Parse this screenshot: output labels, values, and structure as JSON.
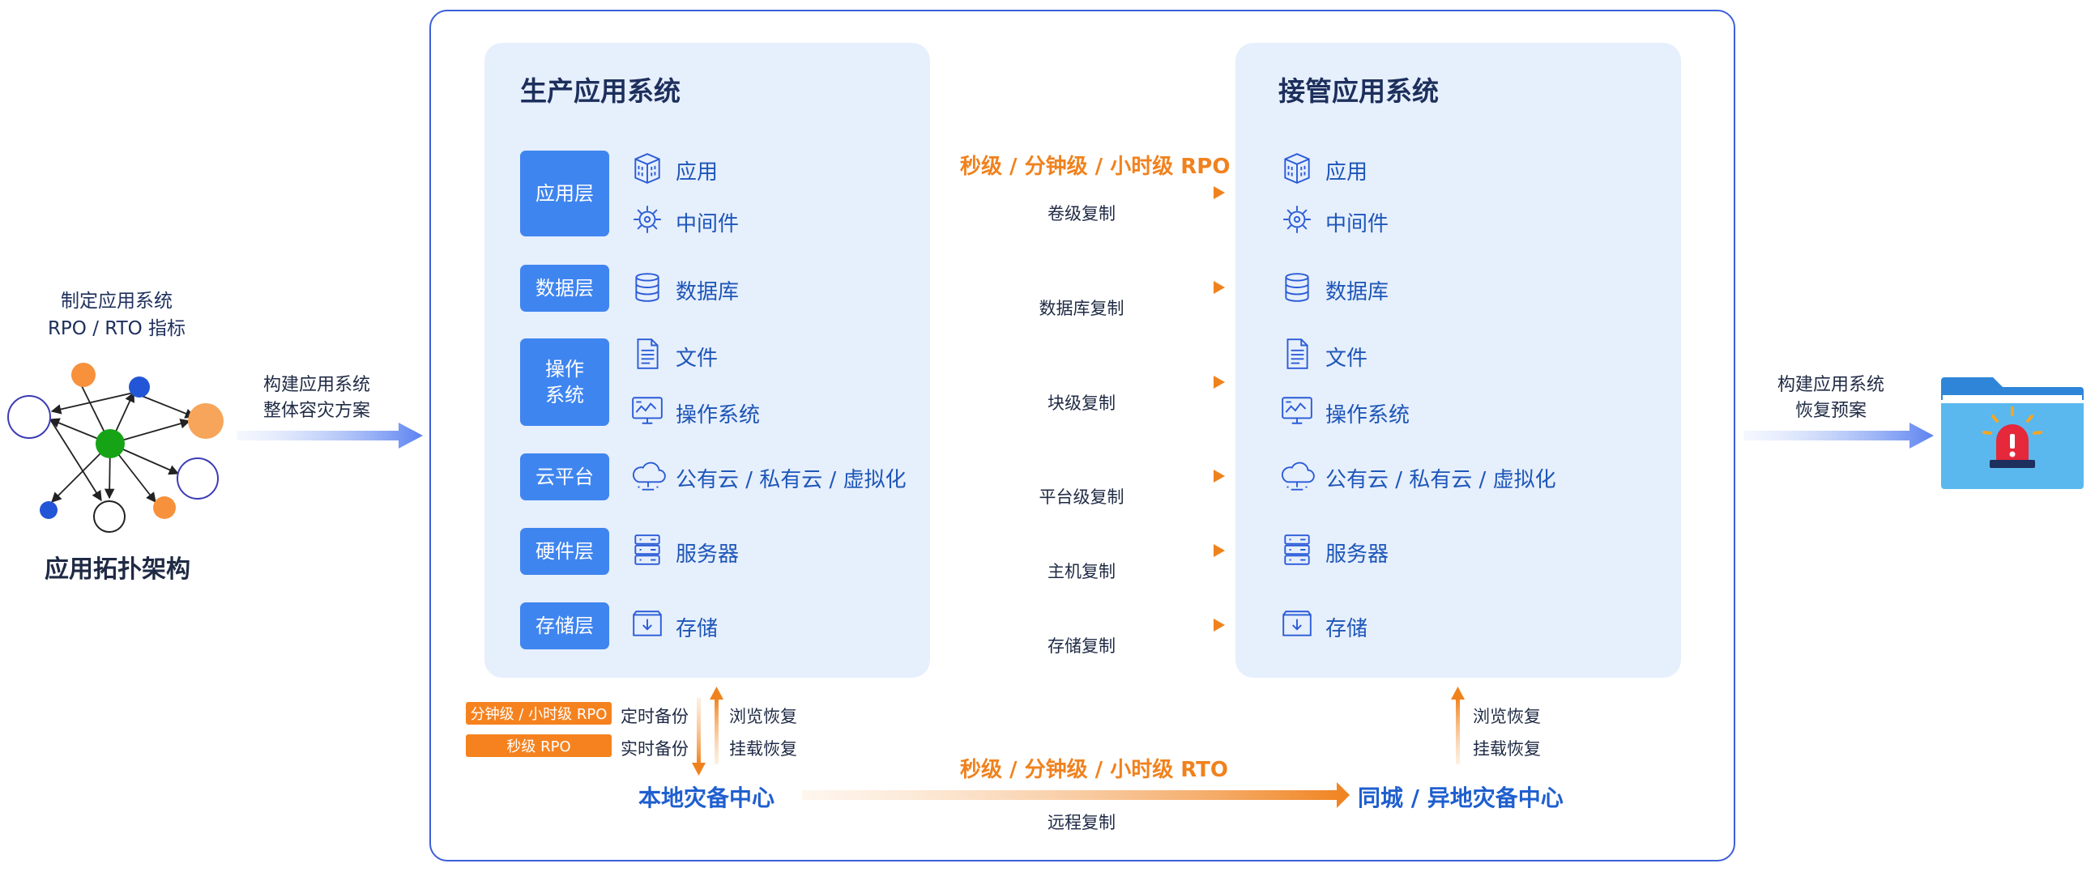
{
  "left": {
    "topology_caption": "应用拓扑架构",
    "goal_line1": "制定应用系统",
    "goal_line2": "RPO / RTO 指标",
    "build_line1": "构建应用系统",
    "build_line2": "整体容灾方案"
  },
  "production": {
    "title": "生产应用系统",
    "layers": {
      "app": "应用层",
      "data": "数据层",
      "os_line1": "操作",
      "os_line2": "系统",
      "cloud": "云平台",
      "hardware": "硬件层",
      "storage": "存储层"
    },
    "items": {
      "app": "应用",
      "middleware": "中间件",
      "database": "数据库",
      "file": "文件",
      "os": "操作系统",
      "cloud": "公有云 / 私有云 / 虚拟化",
      "server": "服务器",
      "storage": "存储"
    }
  },
  "takeover": {
    "title": "接管应用系统",
    "items": {
      "app": "应用",
      "middleware": "中间件",
      "database": "数据库",
      "file": "文件",
      "os": "操作系统",
      "cloud": "公有云 / 私有云 / 虚拟化",
      "server": "服务器",
      "storage": "存储"
    }
  },
  "replication": {
    "rpo_title": "秒级 / 分钟级 / 小时级 RPO",
    "volume": "卷级复制",
    "database": "数据库复制",
    "block": "块级复制",
    "platform": "平台级复制",
    "host": "主机复制",
    "storage": "存储复制"
  },
  "bottom": {
    "badge_rpo_minute": "分钟级 / 小时级 RPO",
    "badge_rpo_second": "秒级 RPO",
    "scheduled_backup": "定时备份",
    "realtime_backup": "实时备份",
    "browse_restore": "浏览恢复",
    "mount_restore": "挂载恢复",
    "local_center": "本地灾备中心",
    "rto_title": "秒级 / 分钟级 / 小时级 RTO",
    "remote_replication": "远程复制",
    "remote_center": "同城 / 异地灾备中心",
    "browse_restore_right": "浏览恢复",
    "mount_restore_right": "挂载恢复"
  },
  "right": {
    "plan_line1": "构建应用系统",
    "plan_line2": "恢复预案"
  },
  "colors": {
    "frame": "#3d5fd9",
    "panel": "#e6effc",
    "layer_box": "#3f85f0",
    "accent_orange": "#f0821e",
    "item_blue": "#1d56b8",
    "center_blue": "#1f5fcf",
    "node_green": "#16a316",
    "node_orange": "#f7913c",
    "node_blue": "#2356d6"
  },
  "icons": [
    "app-building-icon",
    "middleware-gear-icon",
    "database-icon",
    "file-icon",
    "os-monitor-icon",
    "cloud-icon",
    "server-icon",
    "storage-icon",
    "folder-alarm-icon"
  ]
}
